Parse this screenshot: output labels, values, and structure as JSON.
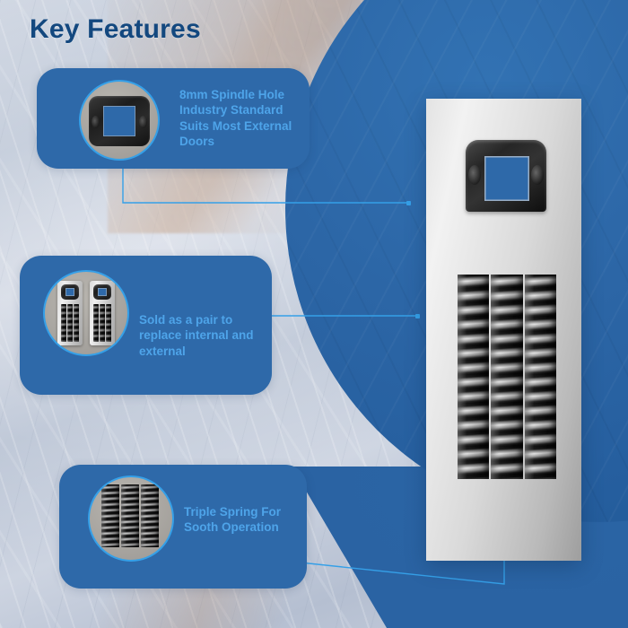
{
  "page": {
    "title": "Key Features",
    "title_color": "#13487f",
    "background_color": "#c3ccdb",
    "accent_color": "#35a0e8",
    "card_color": "#2e69a9",
    "card_text_color": "#4ea4e9"
  },
  "features": [
    {
      "id": "spindle-hole",
      "text": "8mm Spindle Hole Industry Standard Suits Most External Doors",
      "icon_name": "spindle-hole-photo"
    },
    {
      "id": "sold-as-pair",
      "text": "Sold as a pair to replace internal and external",
      "icon_name": "pair-of-cassettes-photo"
    },
    {
      "id": "triple-spring",
      "text": "Triple Spring For Sooth Operation",
      "icon_name": "triple-spring-photo"
    }
  ],
  "product": {
    "name": "door-handle-spring-cassette",
    "alt": "Spring cassette with 8mm square spindle hole and triple coil springs"
  }
}
